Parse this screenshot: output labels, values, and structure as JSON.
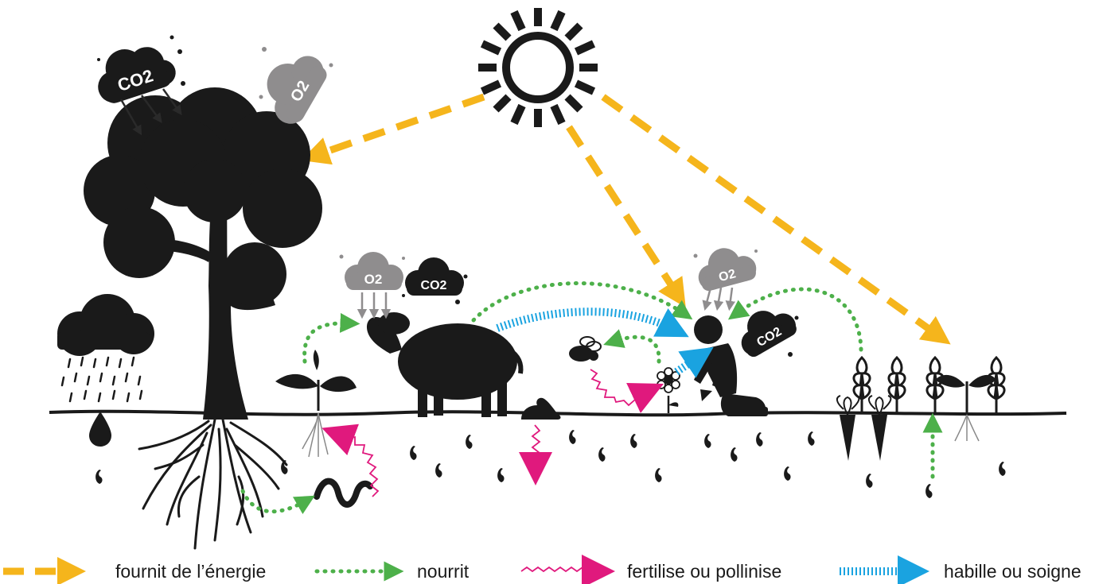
{
  "colors": {
    "energy": "#f5b51c",
    "feeds": "#4db04a",
    "fertilize": "#e0197d",
    "clothes": "#1aa3e0",
    "silhouette": "#1a1a1a",
    "o2_cloud": "#8f8d8e"
  },
  "clouds": {
    "co2_tree": "CO2",
    "o2_tree": "O2",
    "o2_sheep": "O2",
    "co2_sheep": "CO2",
    "o2_human": "O2",
    "co2_human": "CO2"
  },
  "icons": [
    "sun-icon",
    "tree-icon",
    "rain-cloud-icon",
    "water-drop-icon",
    "sprout-icon",
    "sheep-icon",
    "worm-icon",
    "dung-icon",
    "bee-icon",
    "flower-icon",
    "kneeling-person-icon",
    "wheat-icon",
    "carrot-icon",
    "seed-icon"
  ],
  "legend": [
    {
      "label": "fournit de l’énergie",
      "type": "energy"
    },
    {
      "label": "nourrit",
      "type": "feeds"
    },
    {
      "label": "fertilise ou pollinise",
      "type": "fertilize"
    },
    {
      "label": "habille ou soigne",
      "type": "clothes"
    }
  ]
}
